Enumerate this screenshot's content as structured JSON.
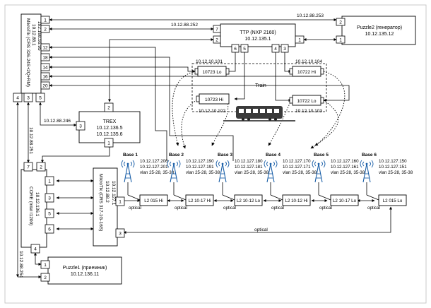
{
  "devices": {
    "mikrotik_top": {
      "line1": "MikroTik (CRS 326-24S+2Q+RM)",
      "line2": "10.12.88.1",
      "line3": "192.168.55.95"
    },
    "ttp": {
      "line1": "TTP (NXP 2160)",
      "line2": "10.12.135.1"
    },
    "puzzle2": {
      "line1": "Puzzle2 (генератор)",
      "line2": "10.12.135.12"
    },
    "trex": {
      "line1": "TREX",
      "line2": "10.12.136.5",
      "line3": "10.12.135.6"
    },
    "core": {
      "line1": "CORE (Intel I1200)",
      "line2": "10.12.136.1"
    },
    "mikrotik_bottom": {
      "line1": "MikroTik (CRS 317-1G-16S)",
      "line2": "10.12.88.2",
      "line3": "10.12.127.1"
    },
    "puzzle1": {
      "line1": "Puzzle1 (приемник)",
      "line2": "10.12.136.11"
    },
    "hi_10723": {
      "name": "10723 Lo",
      "ip": "10.12.10.101"
    },
    "hi_10723b": {
      "name": "10723 Hi",
      "ip": "10.12.10.102"
    },
    "hi_10722": {
      "name": "10722 Hi",
      "ip": "10.12.10.104"
    },
    "lo_10722": {
      "name": "10722 Lo",
      "ip": "10.12.10.103"
    }
  },
  "labels": {
    "ip_88_252": "10.12.88.252",
    "ip_88_253": "10.12.88.253",
    "ip_88_246": "10.12.88.246",
    "ip_88_251": "10.12.88.251",
    "ip_88_254": "10.12.88.254",
    "train": "Train",
    "optical": "optical"
  },
  "bases": [
    {
      "name": "Base 1",
      "ip1": "10.12.127.200",
      "ip2": "10.12.127.201",
      "vlan": "vlan 25-28, 35-38",
      "l2": "L2 015 Hi"
    },
    {
      "name": "Base 2",
      "ip1": "10.12.127.190",
      "ip2": "10.12.127.191",
      "vlan": "vlan 25-28, 35-38",
      "l2": "L2 10-17 Hi"
    },
    {
      "name": "Base 3",
      "ip1": "10.12.127.180",
      "ip2": "10.12.127.181",
      "vlan": "vlan 25-28, 35-38",
      "l2": "L2 10-12 Lo"
    },
    {
      "name": "Base 4",
      "ip1": "10.12.127.170",
      "ip2": "10.12.127.171",
      "vlan": "vlan 25-28, 35-38",
      "l2": "L2 10-12 Hi"
    },
    {
      "name": "Base 5",
      "ip1": "10.12.127.160",
      "ip2": "10.12.127.161",
      "vlan": "vlan 25-28, 35-38",
      "l2": "L2 10-17 Lo"
    },
    {
      "name": "Base 6",
      "ip1": "10.12.127.150",
      "ip2": "10.12.127.151",
      "vlan": "vlan 25-28, 35-38",
      "l2": "L2 015 Lo"
    }
  ],
  "ports": {
    "mt_top_right": [
      "1",
      "2",
      "12",
      "18",
      "14",
      "16",
      "20"
    ],
    "mt_top_bottom": [
      "4",
      "3",
      "5"
    ],
    "ttp_left": [
      "7",
      "2"
    ],
    "ttp_bottom": [
      "6",
      "5",
      "4",
      "3"
    ],
    "ttp_right": "1",
    "puzzle2": [
      "2",
      "1"
    ],
    "trex_top": "2",
    "trex_left": "3",
    "trex_bottom": "1",
    "core_top": [
      "7",
      "2"
    ],
    "core_right": [
      "1",
      "3",
      "5",
      "6"
    ],
    "core_bottom": "4",
    "mt_bot_right": [
      "1",
      "3"
    ],
    "puzzle1": [
      "1",
      "2"
    ]
  }
}
